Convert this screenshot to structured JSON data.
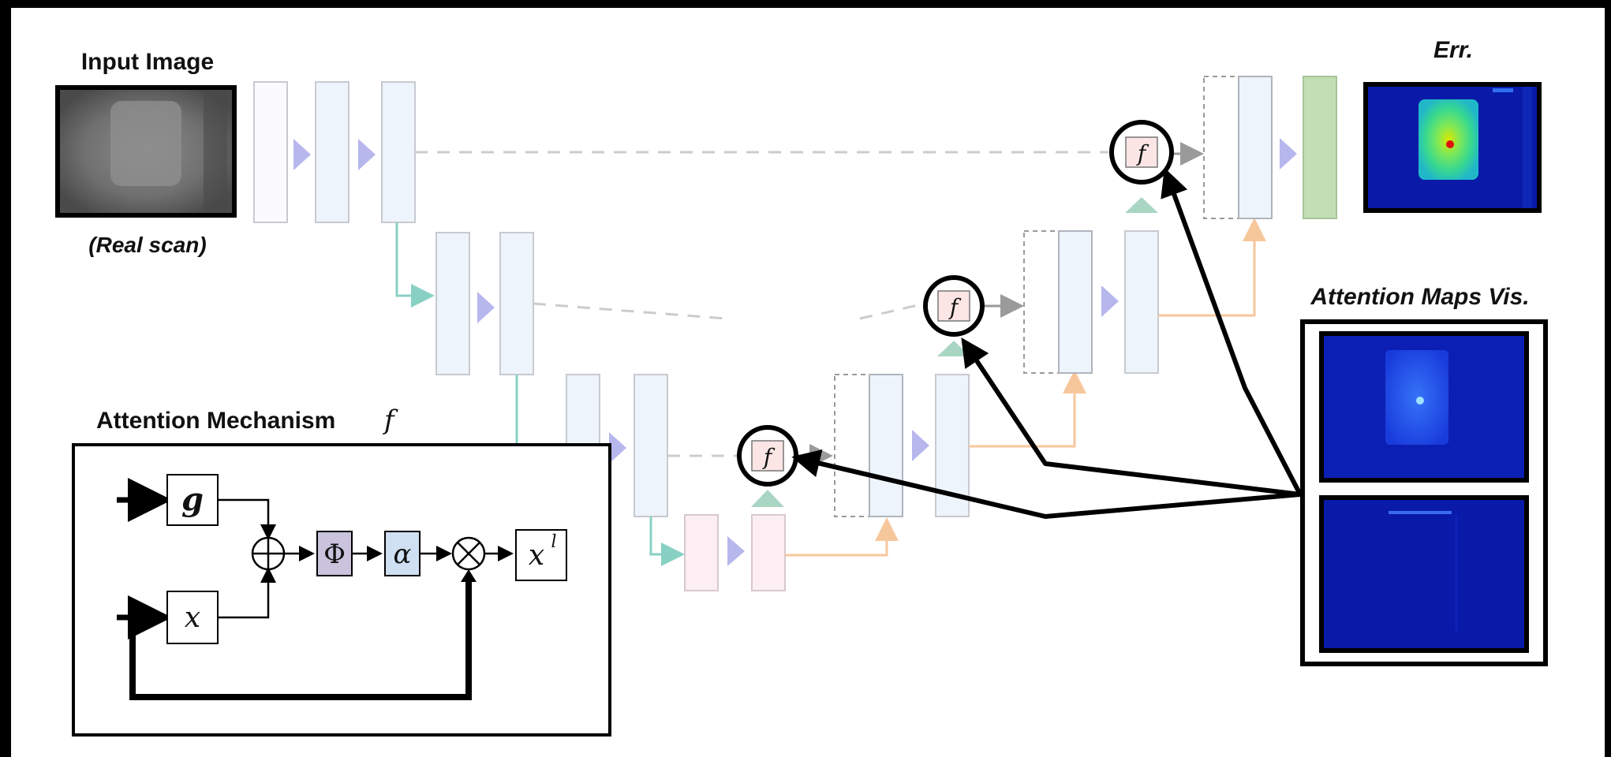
{
  "labels": {
    "input_image": "Input Image",
    "real_scan": "(Real scan)",
    "err": "Err.",
    "attention_maps_vis": "Attention Maps Vis.",
    "attention_mechanism": "Attention Mechanism",
    "attention_mechanism_symbol": "f"
  },
  "mechanism": {
    "g": "g",
    "x": "x",
    "phi": "Φ",
    "alpha": "α",
    "output_base": "x",
    "output_sup": "l",
    "sum_symbol": "⊕",
    "product_symbol": "⊗"
  },
  "gate_symbol": "f",
  "colors": {
    "encoder_fill": "#eef4fc",
    "bottleneck_fill": "#fdeef3",
    "output_fill": "#c2dfb4",
    "pool_arrow": "#b7b7ee",
    "up_arrow": "#a9d6c2",
    "skip_line": "#cccccc",
    "down_conn": "#88d0c4",
    "up_conn": "#f7c79c",
    "gate_fill": "#fbe5e5",
    "phi_fill": "#c9c3dd",
    "alpha_fill": "#cfe0f2",
    "heatmap_bg": "#0a1aa8"
  }
}
